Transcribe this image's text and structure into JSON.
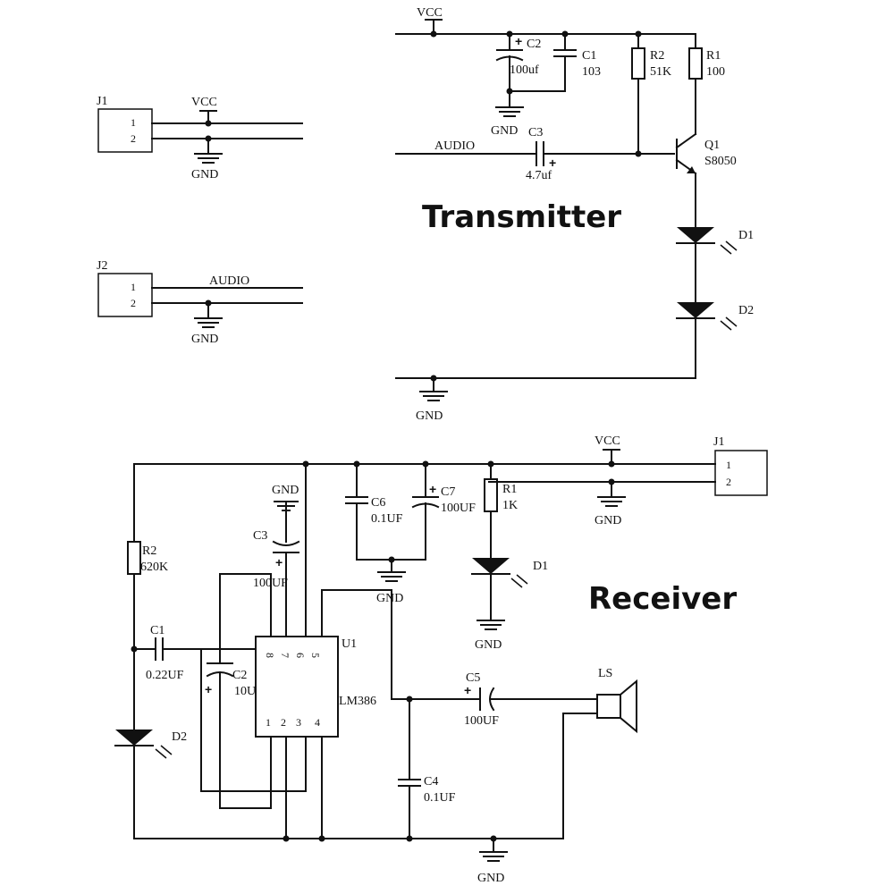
{
  "headings": {
    "transmitter": "Transmitter",
    "receiver": "Receiver"
  },
  "connectors": {
    "j1_top": {
      "ref": "J1",
      "pin1": "1",
      "pin2": "2",
      "net1": "VCC",
      "net2": "GND"
    },
    "j2_top": {
      "ref": "J2",
      "pin1": "1",
      "pin2": "2",
      "net1": "AUDIO",
      "net2": "GND"
    },
    "j1_rx": {
      "ref": "J1",
      "pin1": "1",
      "pin2": "2",
      "net1": "VCC",
      "net2": "GND"
    }
  },
  "transmitter": {
    "vcc": "VCC",
    "c2": {
      "ref": "C2",
      "value": "100uf",
      "plus": "+"
    },
    "c1": {
      "ref": "C1",
      "value": "103"
    },
    "gnd_top": "GND",
    "r2": {
      "ref": "R2",
      "value": "51K"
    },
    "r1": {
      "ref": "R1",
      "value": "100"
    },
    "audio": "AUDIO",
    "c3": {
      "ref": "C3",
      "value": "4.7uf",
      "plus": "+"
    },
    "q1": {
      "ref": "Q1",
      "value": "S8050"
    },
    "d1": "D1",
    "d2": "D2",
    "gnd_bottom": "GND"
  },
  "receiver": {
    "gnd_c3": "GND",
    "c3": {
      "ref": "C3",
      "value": "100UF",
      "plus": "+"
    },
    "c6": {
      "ref": "C6",
      "value": "0.1UF"
    },
    "c7": {
      "ref": "C7",
      "value": "100UF",
      "plus": "+"
    },
    "gnd_mid": "GND",
    "r1": {
      "ref": "R1",
      "value": "1K"
    },
    "d1": "D1",
    "gnd_d1": "GND",
    "r2": {
      "ref": "R2",
      "value": "620K"
    },
    "c1": {
      "ref": "C1",
      "value": "0.22UF"
    },
    "c2": {
      "ref": "C2",
      "value": "10U",
      "plus": "+"
    },
    "u1": {
      "ref": "U1",
      "value": "LM386",
      "pins_top": [
        "8",
        "7",
        "6",
        "5"
      ],
      "pins_bottom": [
        "1",
        "2",
        "3",
        "4"
      ]
    },
    "c5": {
      "ref": "C5",
      "value": "100UF",
      "plus": "+"
    },
    "ls": "LS",
    "c4": {
      "ref": "C4",
      "value": "0.1UF"
    },
    "d2": "D2",
    "gnd_bottom": "GND"
  }
}
